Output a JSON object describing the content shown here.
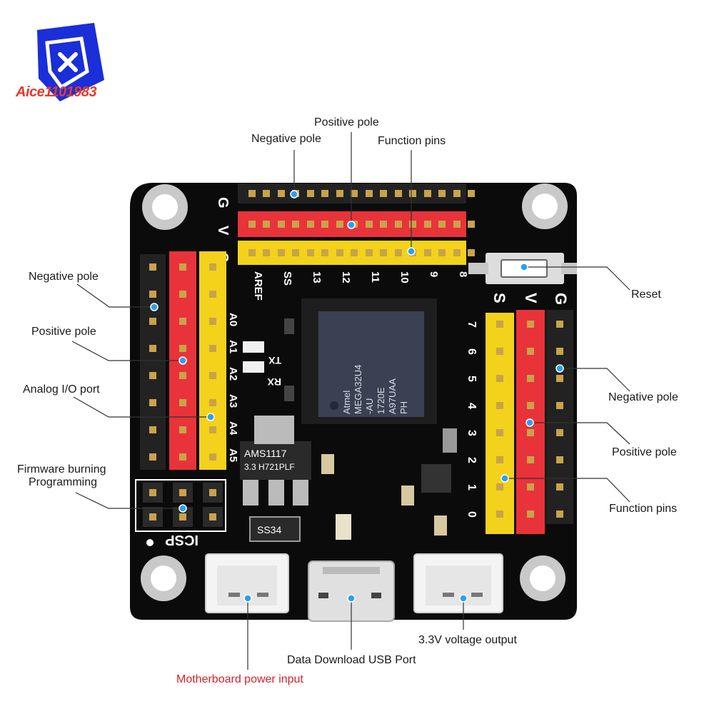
{
  "logo": {
    "text": "Aice1101983",
    "icon": "shield-x-icon",
    "colors": {
      "shield": "#1a2fd8",
      "text": "#e23a2f"
    }
  },
  "board": {
    "top_header_letters": [
      "G",
      "V",
      "S"
    ],
    "top_pin_labels": [
      "AREF",
      "SS",
      "13",
      "12",
      "11",
      "10",
      "9",
      "8"
    ],
    "left_pin_labels": [
      "A0",
      "A1",
      "A2",
      "A3",
      "A4",
      "A5"
    ],
    "led_labels": [
      "TX",
      "RX"
    ],
    "right_header_letters": [
      "S",
      "V",
      "G"
    ],
    "right_pin_labels": [
      "7",
      "6",
      "5",
      "4",
      "3",
      "2",
      "1",
      "0"
    ],
    "chip_text": [
      "Atmel",
      "MEGA32U4",
      "-AU",
      "1720E",
      "A97UAA",
      "PH"
    ],
    "regulator_text": [
      "AMS1117",
      "3.3 H721PLF"
    ],
    "diode_text": "SS34",
    "icsp_label": "ICSP",
    "colors": {
      "pcb": "#0b0b0b",
      "header_red": "#e8333a",
      "header_yellow": "#f3d21b",
      "header_black": "#222222"
    }
  },
  "labels": {
    "top_positive": "Positive pole",
    "top_negative": "Negative pole",
    "top_function": "Function pins",
    "left_negative": "Negative pole",
    "left_positive": "Positive pole",
    "left_analog": "Analog I/O port",
    "left_firmware_1": "Firmware burning",
    "left_firmware_2": "Programming",
    "right_reset": "Reset",
    "right_negative": "Negative pole",
    "right_positive": "Positive pole",
    "right_function": "Function pins",
    "bottom_usb": "Data Download USB Port",
    "bottom_33v": "3.3V voltage output",
    "bottom_power": "Motherboard power input"
  }
}
